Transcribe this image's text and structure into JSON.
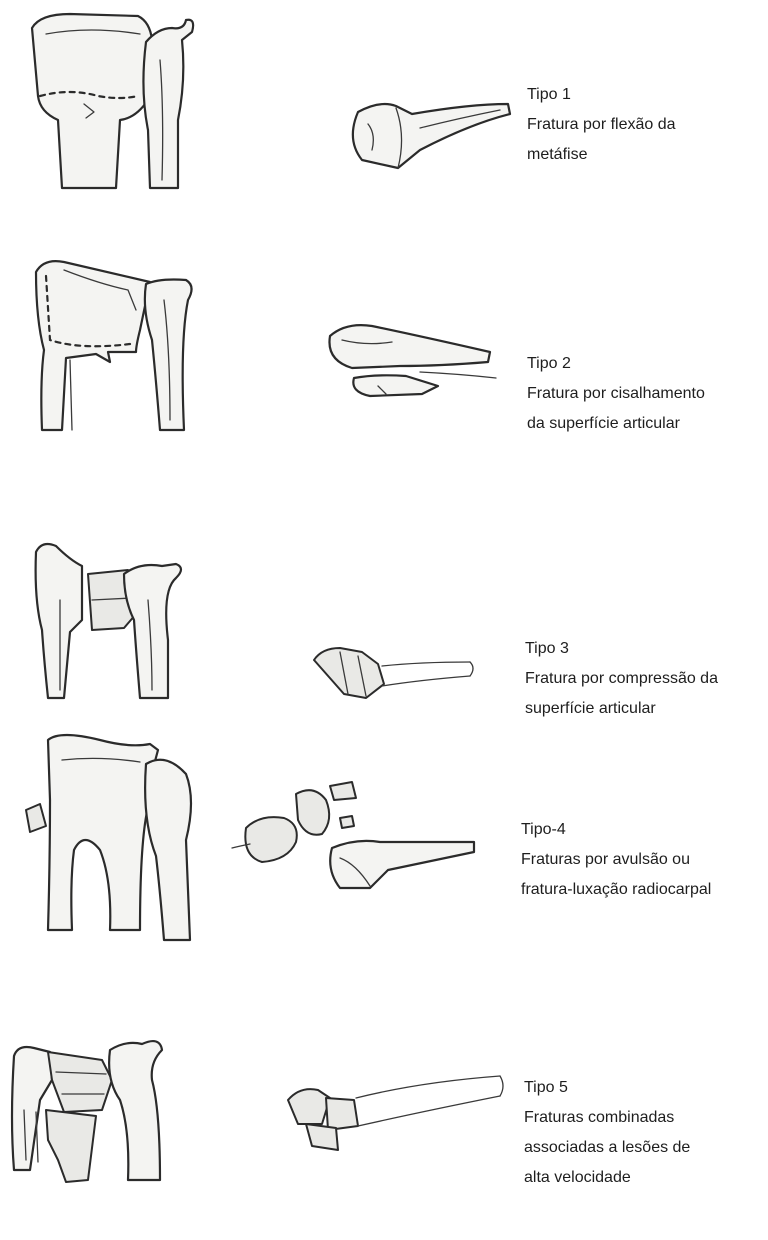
{
  "types": [
    {
      "title": "Tipo 1",
      "lines": [
        "Fratura por flexão da",
        "metáfise"
      ]
    },
    {
      "title": "Tipo 2",
      "lines": [
        "Fratura por cisalhamento",
        "da superfície articular"
      ]
    },
    {
      "title": "Tipo 3",
      "lines": [
        "Fratura por compressão da",
        "superfície articular"
      ]
    },
    {
      "title": "Tipo-4",
      "lines": [
        "Fraturas por avulsão ou",
        "fratura-luxação radiocarpal"
      ]
    },
    {
      "title": "Tipo 5",
      "lines": [
        "Fraturas combinadas",
        "associadas a lesões de",
        "alta velocidade"
      ]
    }
  ]
}
